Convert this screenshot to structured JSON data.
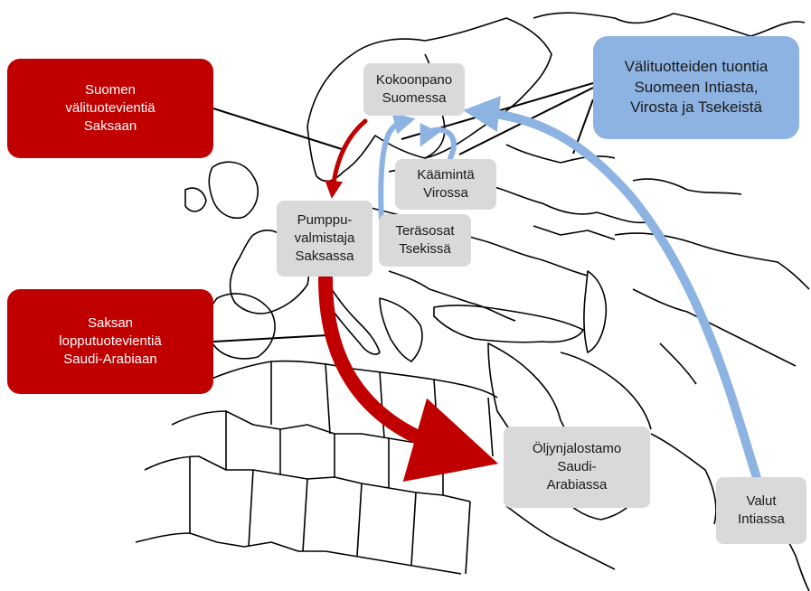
{
  "callouts": {
    "finnish_export": "Suomen\nvälituotevientiä\nSaksaan",
    "german_export": "Saksan\nlopputuotevientiä\nSaudi-Arabiaan",
    "imports": "Välituotteiden tuontia\nSuomeen Intiasta,\nVirosta ja Tsekeistä"
  },
  "nodes": {
    "assembly_finland": "Kokoonpano\nSuomessa",
    "winding_estonia": "Käämintä\nVirossa",
    "steel_czech": "Teräsosat\nTsekissä",
    "pump_germany": "Pumppu-\nvalmistaja\nSaksassa",
    "refinery_saudi": "Öljynjalostamo\nSaudi-\nArabiassa",
    "castings_india": "Valut\nIntiassa"
  },
  "colors": {
    "export_red": "#c00000",
    "import_blue": "#8db3e2",
    "node_grey": "#d9d9d9",
    "map_lines": "#000000"
  }
}
